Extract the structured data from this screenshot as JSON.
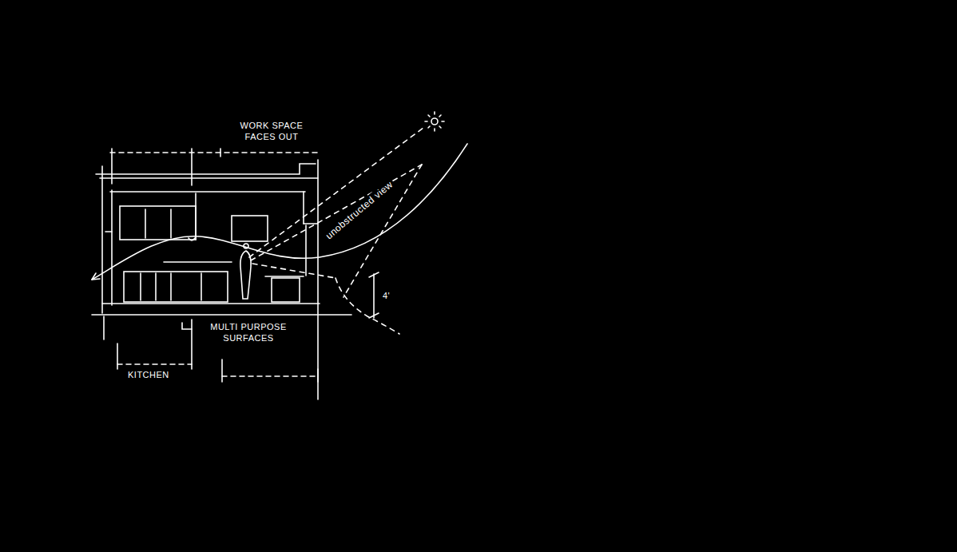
{
  "diagram": {
    "labels": [
      "WORK SPACE FACES OUT",
      "unobstructed view",
      "4'",
      "MULTI PURPOSE SURFACES",
      "KITCHEN"
    ]
  }
}
